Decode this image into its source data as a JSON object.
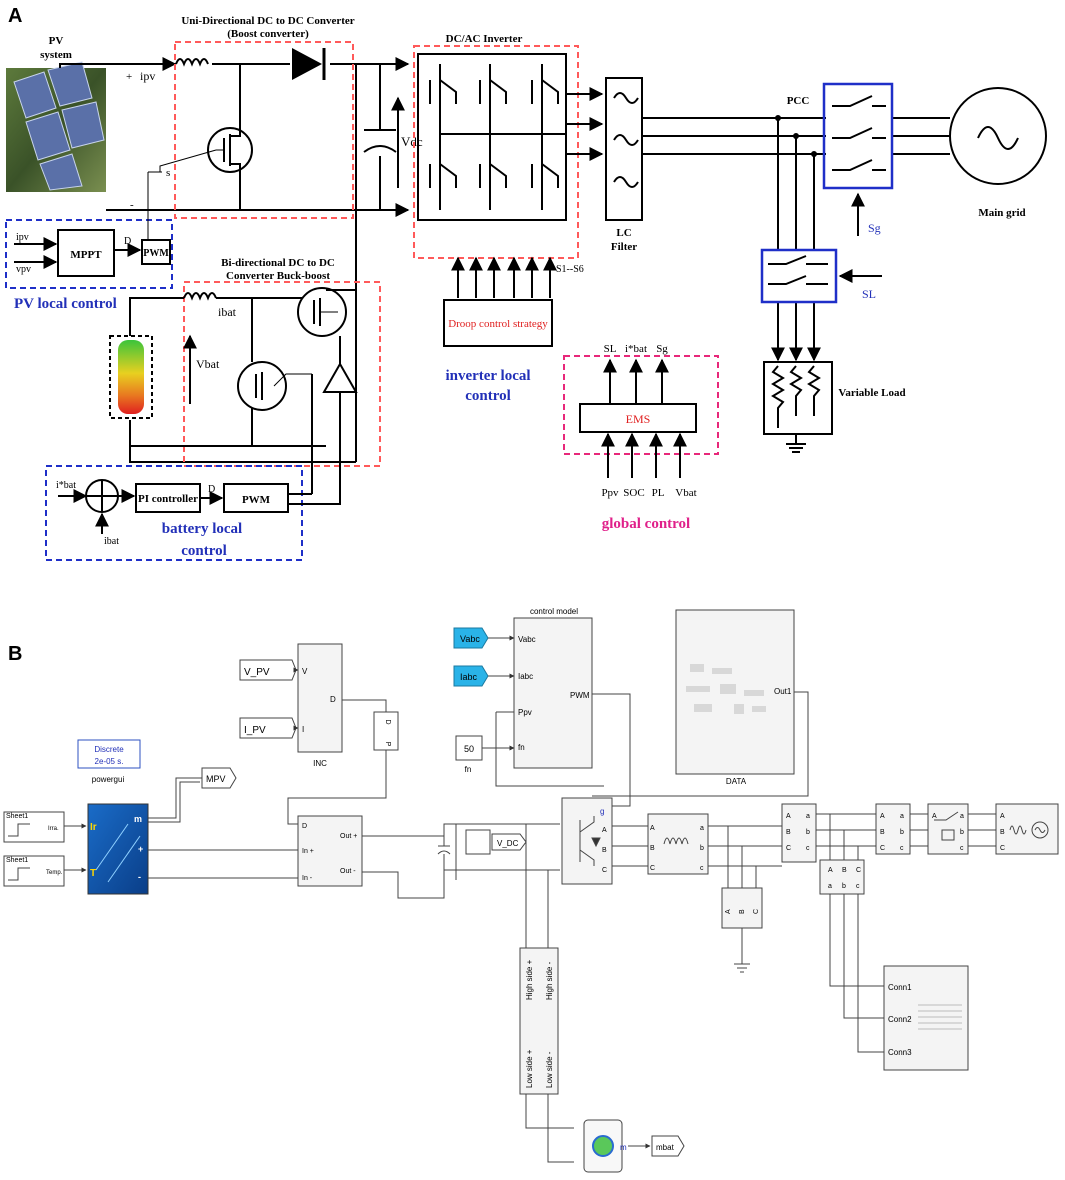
{
  "panel_a": {
    "label": "A",
    "pv_title_1": "PV",
    "pv_title_2": "system",
    "boost_title_1": "Uni-Directional DC to DC Converter",
    "boost_title_2": "(Boost converter)",
    "inverter_title": "DC/AC Inverter",
    "ipv": "ipv",
    "plus": "+",
    "minus": "-",
    "s": "s",
    "vdc": "Vdc",
    "pcc": "PCC",
    "main_grid": "Main grid",
    "lc_filter_1": "LC",
    "lc_filter_2": "Filter",
    "sg": "Sg",
    "sl": "SL",
    "s1s6": "S1--S6",
    "variable_load": "Variable Load",
    "mppt_in_ipv": "ipv",
    "mppt_in_vpv": "vpv",
    "mppt": "MPPT",
    "d": "D",
    "pwm": "PWM",
    "pv_local_control": "PV local control",
    "bidir_title_1": "Bi-directional DC to DC",
    "bidir_title_2": "Converter Buck-boost",
    "ibat": "ibat",
    "vbat": "Vbat",
    "droop": "Droop control strategy",
    "inverter_local_1": "inverter local",
    "inverter_local_2": "control",
    "ems_out_sl": "SL",
    "ems_out_ibat": "i*bat",
    "ems_out_sg": "Sg",
    "ems": "EMS",
    "ems_in_ppv": "Ppv",
    "ems_in_soc": "SOC",
    "ems_in_pl": "PL",
    "ems_in_vbat": "Vbat",
    "global_control": "global  control",
    "ibat_ref": "i*bat",
    "ibat_fb": "ibat",
    "pi_controller": "PI controller",
    "d2": "D",
    "pwm2": "PWM",
    "battery_local_1": "battery local",
    "battery_local_2": "control"
  },
  "panel_b": {
    "label": "B",
    "vpv_tag": "V_PV",
    "ipv_tag": "I_PV",
    "inc_v": "V",
    "inc_i": "I",
    "inc_d": "D",
    "inc_name": "INC",
    "gain_top": "D",
    "gain_bottom": "P",
    "vabc": "Vabc",
    "iabc": "Iabc",
    "control_title": "control model",
    "ctrl_vabc": "Vabc",
    "ctrl_iabc": "Iabc",
    "ctrl_ppv": "Ppv",
    "ctrl_fn": "fn",
    "ctrl_pwm": "PWM",
    "const_50": "50",
    "const_fn": "fn",
    "data_out": "Out1",
    "data_name": "DATA",
    "pg_1": "Discrete",
    "pg_2": "2e-05 s.",
    "pg_name": "powergui",
    "mpv": "MPV",
    "sheet1a": "Sheet1",
    "sheet1b": "Sheet1",
    "irra": "Irra.",
    "temp": "Temp.",
    "pv_ir": "Ir",
    "pv_t": "T",
    "pv_m": "m",
    "pv_plus": "+",
    "pv_minus": "-",
    "boost_d": "D",
    "boost_inp": "In +",
    "boost_inm": "In -",
    "boost_outp": "Out +",
    "boost_outm": "Out -",
    "vdc_tag": "V_DC",
    "bat_hsp": "High side +",
    "bat_hsm": "High side -",
    "bat_lsp": "Low side +",
    "bat_lsm": "Low side -",
    "mbat": "mbat",
    "bat_m": "m",
    "conn1": "Conn1",
    "conn2": "Conn2",
    "conn3": "Conn3",
    "inv_g": "g",
    "A": "A",
    "B": "B",
    "C": "C",
    "a": "a",
    "b": "b",
    "c": "c"
  },
  "colors": {
    "red_dash": "#ff5a5a",
    "blue_dash": "#1f2fc8",
    "pink_dash": "#e8287a",
    "blue_text": "#2230b8",
    "red_text": "#e02020",
    "pink_text": "#e0208a",
    "goto_cyan": "#2ab3e8"
  }
}
